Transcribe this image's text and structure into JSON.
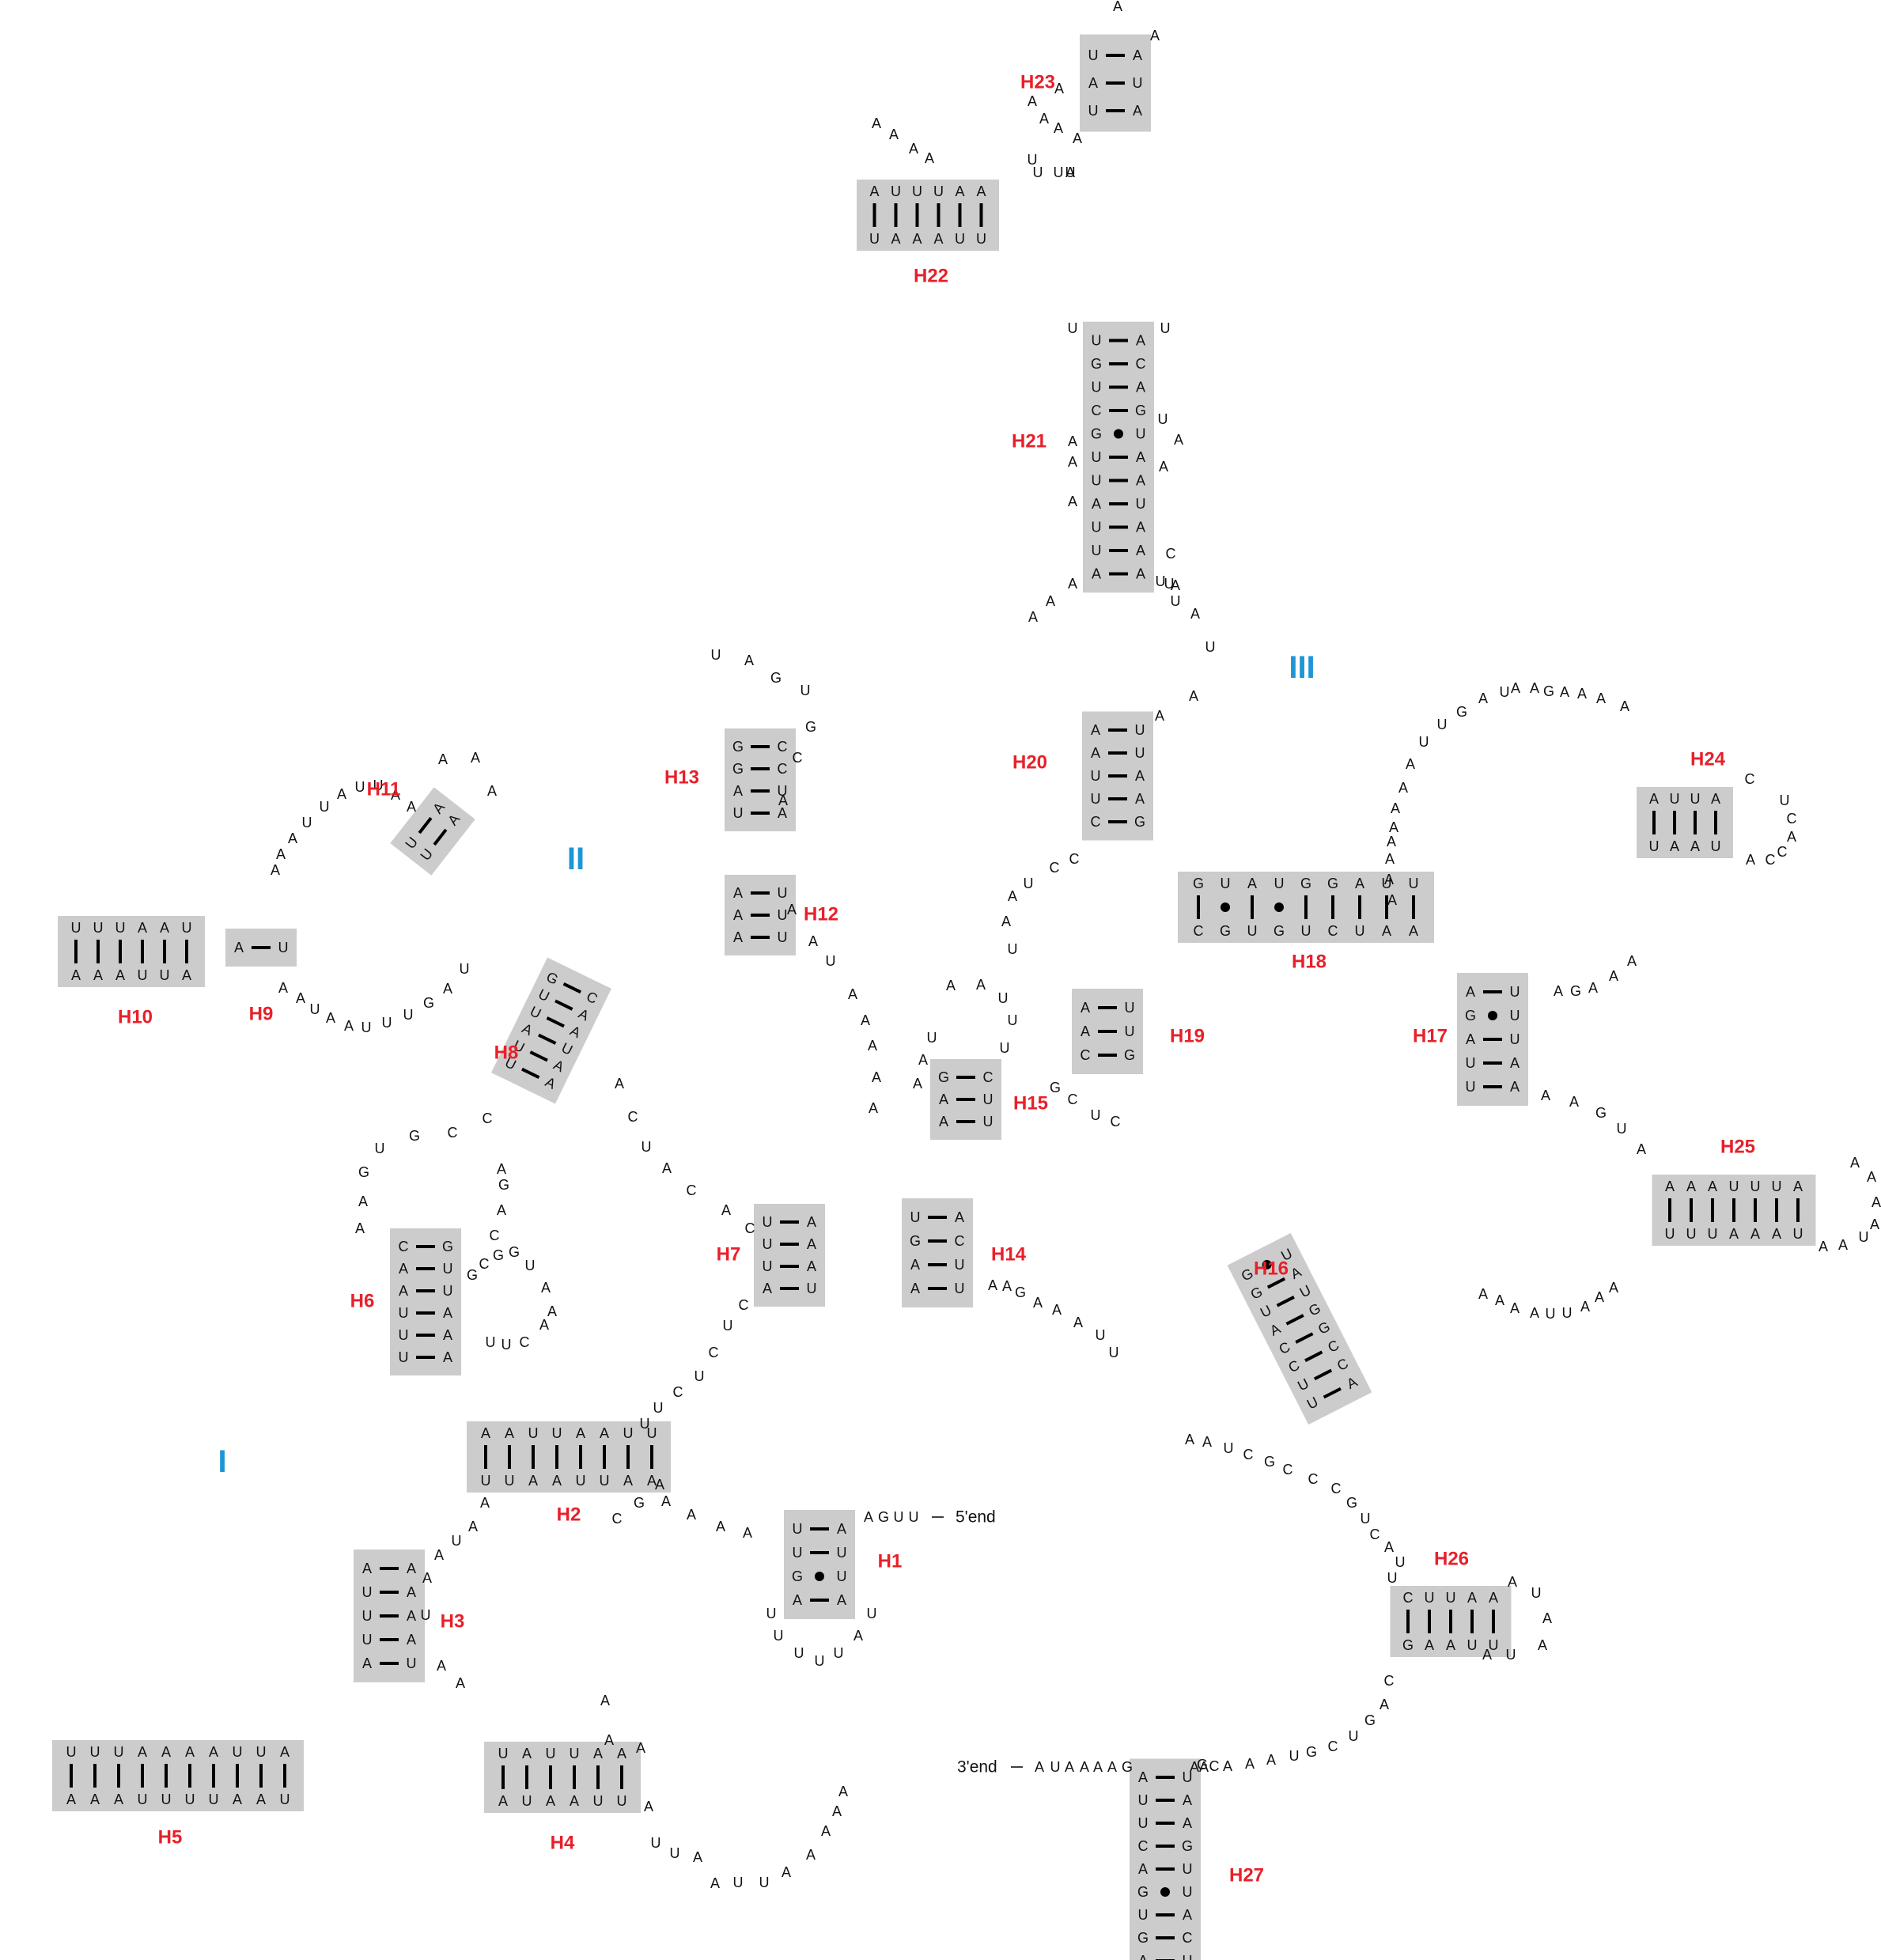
{
  "five_prime_label": "5'end",
  "three_prime_label": "3'end",
  "domain_labels": [
    "I",
    "II",
    "III"
  ],
  "helices": [
    {
      "id": "H1",
      "label": "H1",
      "left": "UUGA",
      "right": "AUUA",
      "pairs": [
        "wc",
        "wc",
        "gu",
        "wc"
      ]
    },
    {
      "id": "H2",
      "label": "H2",
      "left": "AAUUAAUU",
      "right": "UUAAUUAA",
      "pairs": [
        "wc",
        "wc",
        "wc",
        "wc",
        "wc",
        "wc",
        "wc",
        "wc"
      ]
    },
    {
      "id": "H3",
      "label": "H3",
      "left": "AUUUA",
      "right": "AAAAU",
      "pairs": [
        "wc",
        "wc",
        "wc",
        "wc",
        "wc"
      ]
    },
    {
      "id": "H4",
      "label": "H4",
      "left": "UAUUAA",
      "right": "AUAAUU",
      "pairs": [
        "wc",
        "wc",
        "wc",
        "wc",
        "wc",
        "wc"
      ]
    },
    {
      "id": "H5",
      "label": "H5",
      "left": "UUUAAAAUUA",
      "right": "AAAUUUUAAU",
      "pairs": [
        "wc",
        "wc",
        "wc",
        "wc",
        "wc",
        "wc",
        "wc",
        "wc",
        "wc",
        "wc"
      ]
    },
    {
      "id": "H6",
      "label": "H6",
      "left": "CAAUUU",
      "right": "GUUAAA",
      "pairs": [
        "wc",
        "wc",
        "wc",
        "wc",
        "wc",
        "wc"
      ]
    },
    {
      "id": "H7",
      "label": "H7",
      "left": "UUUA",
      "right": "AAAU",
      "pairs": [
        "wc",
        "wc",
        "wc",
        "wc"
      ]
    },
    {
      "id": "H8",
      "label": "H8",
      "left": "GUUAUU",
      "right": "CAAUAA",
      "pairs": [
        "wc",
        "wc",
        "wc",
        "wc",
        "wc",
        "wc"
      ]
    },
    {
      "id": "H9",
      "label": "H9",
      "left": "A",
      "right": "U",
      "pairs": [
        "wc"
      ]
    },
    {
      "id": "H10",
      "label": "H10",
      "left": "UUUAAU",
      "right": "AAAUUA",
      "pairs": [
        "wc",
        "wc",
        "wc",
        "wc",
        "wc",
        "wc"
      ]
    },
    {
      "id": "H11",
      "label": "H11",
      "left": "UU",
      "right": "AA",
      "pairs": [
        "wc",
        "wc"
      ]
    },
    {
      "id": "H12",
      "label": "H12",
      "left": "AAA",
      "right": "UUU",
      "pairs": [
        "wc",
        "wc",
        "wc"
      ]
    },
    {
      "id": "H13",
      "label": "H13",
      "left": "GGAU",
      "right": "CCUA",
      "pairs": [
        "wc",
        "wc",
        "wc",
        "wc"
      ]
    },
    {
      "id": "H14",
      "label": "H14",
      "left": "UGAA",
      "right": "ACUU",
      "pairs": [
        "wc",
        "wc",
        "wc",
        "wc"
      ]
    },
    {
      "id": "H15",
      "label": "H15",
      "left": "GAA",
      "right": "CUU",
      "pairs": [
        "wc",
        "wc",
        "wc"
      ]
    },
    {
      "id": "H16",
      "label": "H16",
      "left": "GGUACCUU",
      "right": "UAUGGCCA",
      "pairs": [
        "gu",
        "wc",
        "wc",
        "wc",
        "wc",
        "wc",
        "wc",
        "wc"
      ]
    },
    {
      "id": "H17",
      "label": "H17",
      "left": "AGAUU",
      "right": "UUUAA",
      "pairs": [
        "wc",
        "gu",
        "wc",
        "wc",
        "wc"
      ]
    },
    {
      "id": "H18",
      "label": "H18",
      "left": "GUAUGGAUU",
      "right": "CGUGUCUAA",
      "pairs": [
        "wc",
        "gu",
        "wc",
        "gu",
        "wc",
        "wc",
        "wc",
        "wc",
        "wc"
      ]
    },
    {
      "id": "H19",
      "label": "H19",
      "left": "AAC",
      "right": "UUG",
      "pairs": [
        "wc",
        "wc",
        "wc"
      ]
    },
    {
      "id": "H20",
      "label": "H20",
      "left": "AAUUC",
      "right": "UUAAG",
      "pairs": [
        "wc",
        "wc",
        "wc",
        "wc",
        "wc"
      ]
    },
    {
      "id": "H21",
      "label": "H21",
      "left": "UGUCGUUAUUA",
      "right": "ACAGUAAUAAA",
      "pairs": [
        "wc",
        "wc",
        "wc",
        "wc",
        "gu",
        "wc",
        "wc",
        "wc",
        "wc",
        "wc",
        "wc"
      ]
    },
    {
      "id": "H22",
      "label": "H22",
      "left": "AUUUAA",
      "right": "UAAAUU",
      "pairs": [
        "wc",
        "wc",
        "wc",
        "wc",
        "wc",
        "wc"
      ]
    },
    {
      "id": "H23",
      "label": "H23",
      "left": "UAU",
      "right": "AUA",
      "pairs": [
        "wc",
        "wc",
        "wc"
      ]
    },
    {
      "id": "H24",
      "label": "H24",
      "left": "AUUA",
      "right": "UAAU",
      "pairs": [
        "wc",
        "wc",
        "wc",
        "wc"
      ]
    },
    {
      "id": "H25",
      "label": "H25",
      "left": "AAAUUUA",
      "right": "UUUAAAU",
      "pairs": [
        "wc",
        "wc",
        "wc",
        "wc",
        "wc",
        "wc",
        "wc"
      ]
    },
    {
      "id": "H26",
      "label": "H26",
      "left": "CUUAA",
      "right": "GAAUU",
      "pairs": [
        "wc",
        "wc",
        "wc",
        "wc",
        "wc"
      ]
    },
    {
      "id": "H27",
      "label": "H27",
      "left": "AUUCAGUGA",
      "right": "UAAGUUACU",
      "pairs": [
        "wc",
        "wc",
        "wc",
        "wc",
        "wc",
        "gu",
        "wc",
        "wc",
        "wc"
      ]
    }
  ],
  "unpaired": [
    {
      "seq": "AGUU",
      "segment": "5' tail"
    },
    {
      "seq": "UUUUUAU",
      "segment": "H1 loop"
    },
    {
      "seq": "AAAA",
      "segment": "H1-H2 linker"
    },
    {
      "seq": "AAUAAUAA",
      "segment": "loop"
    },
    {
      "seq": "AAGUGCCAGAC",
      "segment": "H6 apical loop"
    },
    {
      "seq": "GCGGUAAACUU",
      "segment": "H6 side loop"
    },
    {
      "seq": "UUCUCUC",
      "segment": "H7 linker"
    },
    {
      "seq": "ACUACAC",
      "segment": "H8 linker"
    },
    {
      "seq": "AGCAAAAUUAAUUAAAAA",
      "segment": "H4 loop"
    },
    {
      "seq": "AAUAAUUUGAU",
      "segment": "H9 loop"
    },
    {
      "seq": "AAAUUAUUAAAAA",
      "segment": "H11 loop"
    },
    {
      "seq": "UAGUGCA",
      "segment": "H13 loop"
    },
    {
      "seq": "AAUAAAAA",
      "segment": "H12-H7 linker"
    },
    {
      "seq": "AAUAAUUU",
      "segment": "H15 loop"
    },
    {
      "seq": "AAGAAAUU",
      "segment": "H14-H16 linker"
    },
    {
      "seq": "AAUCGCCCGUCAUU",
      "segment": "H16-H26 linker"
    },
    {
      "seq": "AUAAUA",
      "segment": "H26 loop"
    },
    {
      "seq": "CAGUCGUAAACAAG",
      "segment": "H26-H27 linker"
    },
    {
      "seq": "AUAAAAG",
      "segment": "3' tail"
    },
    {
      "seq": "AAAAUUAAA",
      "segment": "H16-H25 linker"
    },
    {
      "seq": "AAUAAAA",
      "segment": "H25 loop"
    },
    {
      "seq": "AAGUA",
      "segment": "H17-H25 linker"
    },
    {
      "seq": "AGAAA",
      "segment": "H17 linker"
    },
    {
      "seq": "AAAAAAAAUUGAU",
      "segment": "H18-H24 loop"
    },
    {
      "seq": "AAGAAAA",
      "segment": "H24 loop"
    },
    {
      "seq": "CUCACCAAAAUC",
      "segment": "H16-H18 linker"
    },
    {
      "seq": "GCUC",
      "segment": "H18 bulge"
    },
    {
      "seq": "CCUAAU",
      "segment": "H19 loop"
    },
    {
      "seq": "AAUAUAAA",
      "segment": "H20-H19 loop"
    },
    {
      "seq": "UAAAUUAA",
      "segment": "H20-H21 loop"
    },
    {
      "seq": "UAUCAACC",
      "segment": "H21 bulges"
    },
    {
      "seq": "AAAAAA",
      "segment": "H21-H23 loop"
    },
    {
      "seq": "AAA",
      "segment": "H23 loop"
    },
    {
      "seq": "UUUUA",
      "segment": "H22 bulge"
    },
    {
      "seq": "AAAA",
      "segment": "H22 loop"
    }
  ],
  "colors": {
    "stem_box": "#cccccc",
    "helix_label": "#e8202a",
    "domain_label": "#1e96d6",
    "text": "#111111"
  }
}
